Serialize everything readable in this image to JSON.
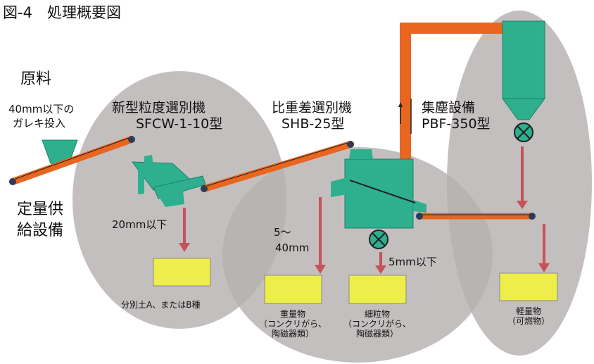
{
  "figure_title": "図-4　処理概要図",
  "colors": {
    "zone": "#b7b1b1",
    "equipment": "#2eb08f",
    "conveyor": "#e8661f",
    "output_box": "#eeee4a",
    "flow_arrow": "#c6525a",
    "valve": "#2eb08f"
  },
  "labels": {
    "raw_title": "原料",
    "raw_desc_1": "40mm以下の",
    "raw_desc_2": "ガレキ投入",
    "feeder_1": "定量供",
    "feeder_2": "給設備",
    "sieve_name": "新型粒度選別機",
    "sieve_model": "SFCW-1-10型",
    "sieve_flow": "20mm以下",
    "gravity_name": "比重差選別機",
    "gravity_model": "SHB-25型",
    "gravity_flow_1": "5～",
    "gravity_flow_2": "40mm",
    "fine_flow": "5mm以下",
    "dust_name": "集塵設備",
    "dust_model": "PBF-350型"
  },
  "outputs": [
    {
      "line1": "分別土A、またはB種",
      "line2": "",
      "line3": ""
    },
    {
      "line1": "重量物",
      "line2": "（コンクリがら、",
      "line3": "陶磁器類）"
    },
    {
      "line1": "細粒物",
      "line2": "（コンクリがら、",
      "line3": "陶磁器類）"
    },
    {
      "line1": "軽量物",
      "line2": "（可燃物）",
      "line3": ""
    }
  ]
}
